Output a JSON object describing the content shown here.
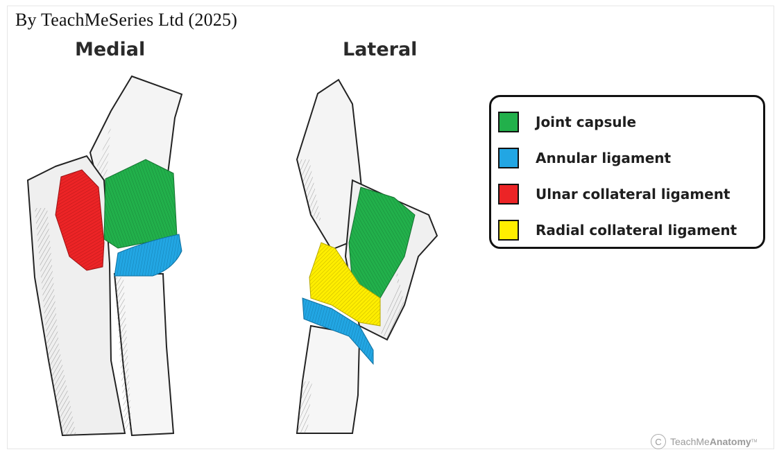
{
  "credit": "By TeachMeSeries Ltd (2025)",
  "views": {
    "medial": "Medial",
    "lateral": "Lateral"
  },
  "legend": {
    "items": [
      {
        "label": "Joint capsule",
        "color": "#22b04b"
      },
      {
        "label": "Annular ligament",
        "color": "#22a6e3"
      },
      {
        "label": "Ulnar collateral ligament",
        "color": "#ec2426"
      },
      {
        "label": "Radial collateral ligament",
        "color": "#ffee00"
      }
    ]
  },
  "watermark": {
    "symbol": "C",
    "prefix": "TeachMe",
    "brand": "Anatomy",
    "tm": "TM"
  }
}
